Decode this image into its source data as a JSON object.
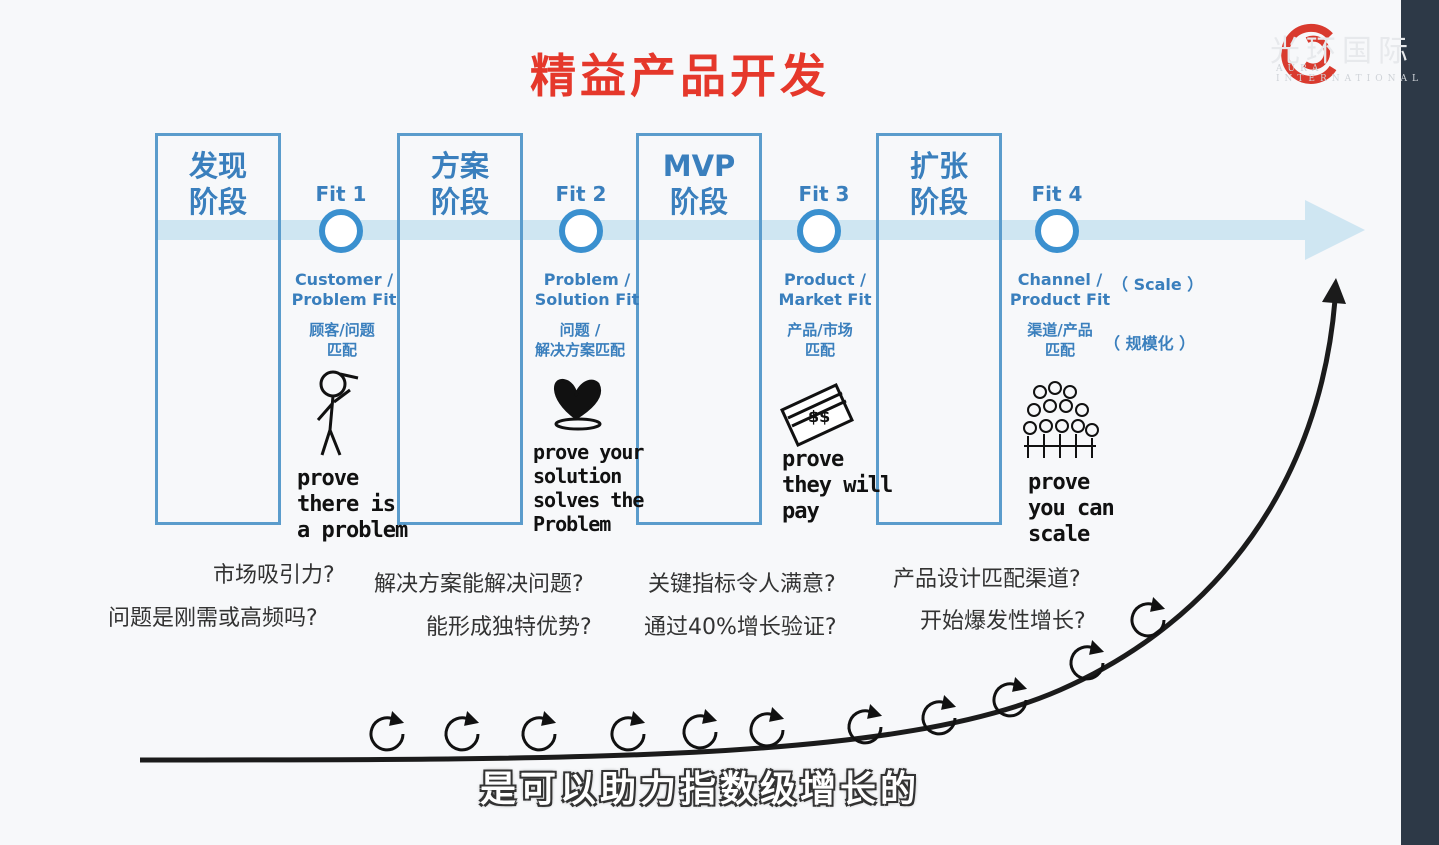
{
  "title": "精益产品开发",
  "logo": {
    "text": "光环国际",
    "sub": "AURA INTERNATIONAL"
  },
  "stages": [
    {
      "label_line1": "发现",
      "label_line2": "阶段"
    },
    {
      "label_line1": "方案",
      "label_line2": "阶段"
    },
    {
      "label_line1": "MVP",
      "label_line2": "阶段"
    },
    {
      "label_line1": "扩张",
      "label_line2": "阶段"
    }
  ],
  "fits": [
    {
      "label": "Fit 1",
      "desc1": "Customer /",
      "desc2": "Problem Fit",
      "cn1": "顾客/问题",
      "cn2": "匹配",
      "hand": [
        "prove",
        "there is",
        "a problem"
      ]
    },
    {
      "label": "Fit 2",
      "desc1": "Problem /",
      "desc2": "Solution Fit",
      "cn1": "问题 /",
      "cn2": "解决方案匹配",
      "hand": [
        "prove your",
        "solution",
        "solves the",
        "Problem"
      ]
    },
    {
      "label": "Fit 3",
      "desc1": "Product /",
      "desc2": "Market Fit",
      "cn1": "产品/市场",
      "cn2": "匹配",
      "hand": [
        "prove",
        "they will",
        "pay"
      ]
    },
    {
      "label": "Fit 4",
      "desc1": "Channel /",
      "desc2": "Product Fit",
      "cn1": "渠道/产品",
      "cn2": "匹配",
      "hand": [
        "prove",
        "you can",
        "scale"
      ]
    }
  ],
  "scale": {
    "en": "（ Scale ）",
    "cn": "（ 规模化 ）"
  },
  "questions": {
    "q1a": "市场吸引力?",
    "q1b": "问题是刚需或高频吗?",
    "q2a": "解决方案能解决问题?",
    "q2b": "能形成独特优势?",
    "q3a": "关键指标令人满意?",
    "q3b": "通过40%增长验证?",
    "q4a": "产品设计匹配渠道?",
    "q4b": "开始爆发性增长?"
  },
  "subtitle": "是可以助力指数级增长的",
  "colors": {
    "accent": "#e5382b",
    "stage_blue": "#3a7fbd",
    "arrow": "#cfe6f2"
  }
}
